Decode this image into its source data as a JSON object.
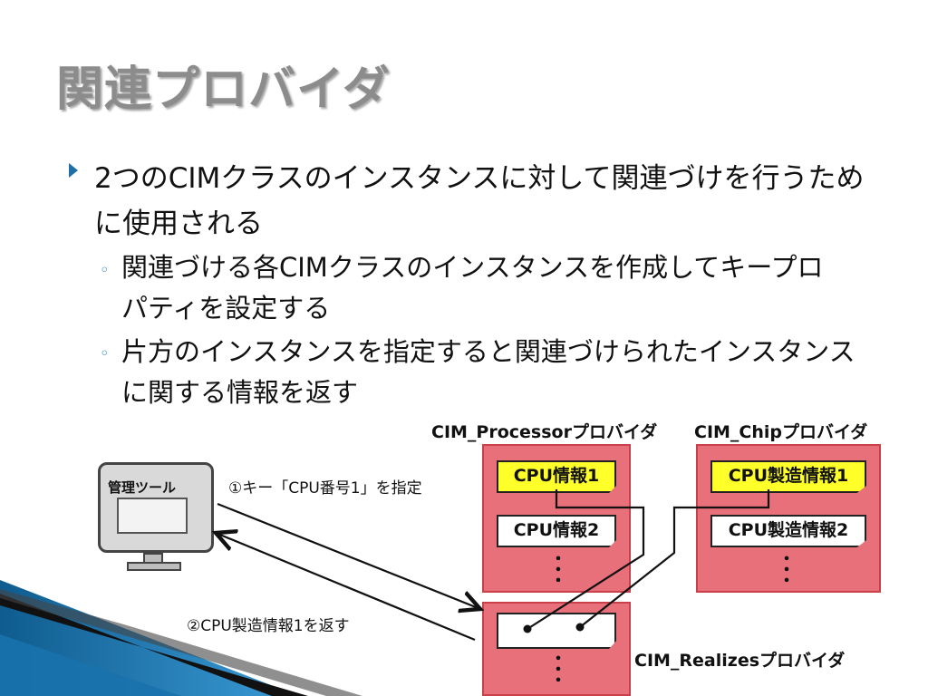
{
  "slide": {
    "title": "関連プロバイダ",
    "bullets": {
      "main": "2つのCIMクラスのインスタンスに対して関連づけを行うために使用される",
      "sub1": "関連づける各CIMクラスのインスタンスを作成してキープロパティを設定する",
      "sub2": "片方のインスタンスを指定すると関連づけられたインスタンスに関する情報を返す"
    }
  },
  "diagram": {
    "tool_label": "管理ツール",
    "processor_provider": "CIM_Processorプロバイダ",
    "chip_provider": "CIM_Chipプロバイダ",
    "realizes_provider": "CIM_Realizesプロバイダ",
    "processor_items": [
      "CPU情報1",
      "CPU情報2"
    ],
    "chip_items": [
      "CPU製造情報1",
      "CPU製造情報2"
    ],
    "step1": "①キー「CPU番号1」を指定",
    "step2": "②CPU製造情報1を返す",
    "dots": "・\n・\n・",
    "colors": {
      "provider_fill": "#e8707a",
      "highlight": "#ffff2a",
      "accent": "#1f6fa7"
    }
  }
}
